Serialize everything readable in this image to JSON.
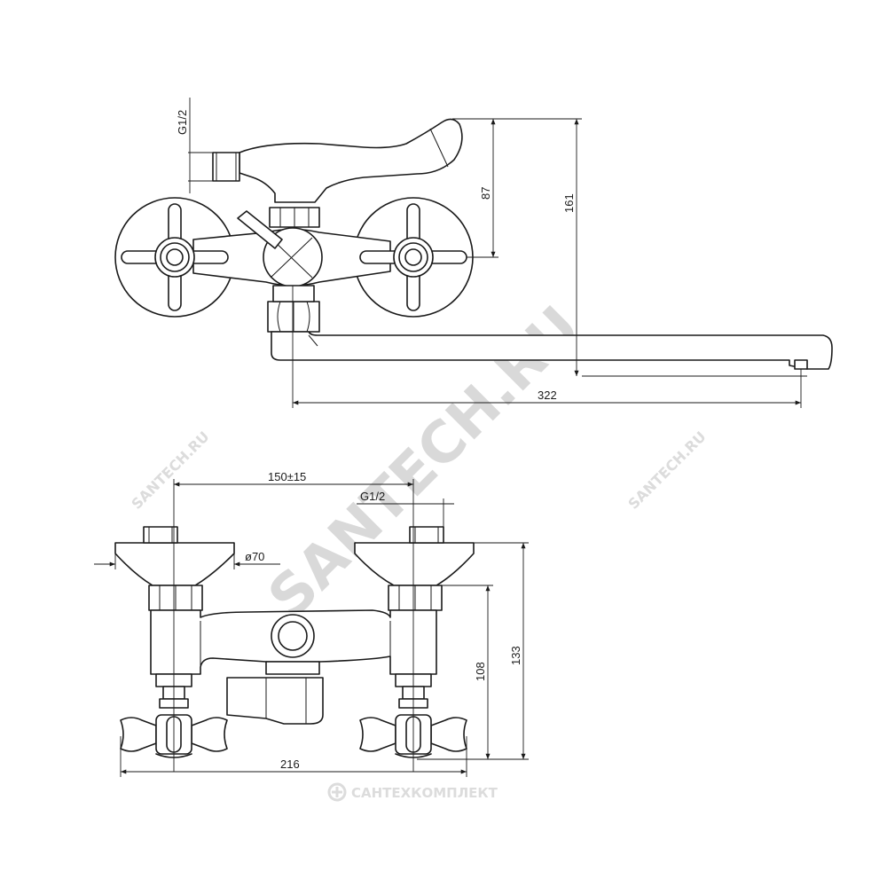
{
  "watermark": {
    "main": "SANTECH.RU",
    "small_left": "SANTECH.RU",
    "small_right": "SANTECH.RU",
    "footer": "САНТЕХКОМПЛЕКТ"
  },
  "dimensions": {
    "thread_top": "G1/2",
    "height_87": "87",
    "height_161": "161",
    "length_322": "322",
    "spacing": "150±15",
    "thread_side": "G1/2",
    "diameter": "ø70",
    "height_108": "108",
    "height_133": "133",
    "width_216": "216"
  }
}
